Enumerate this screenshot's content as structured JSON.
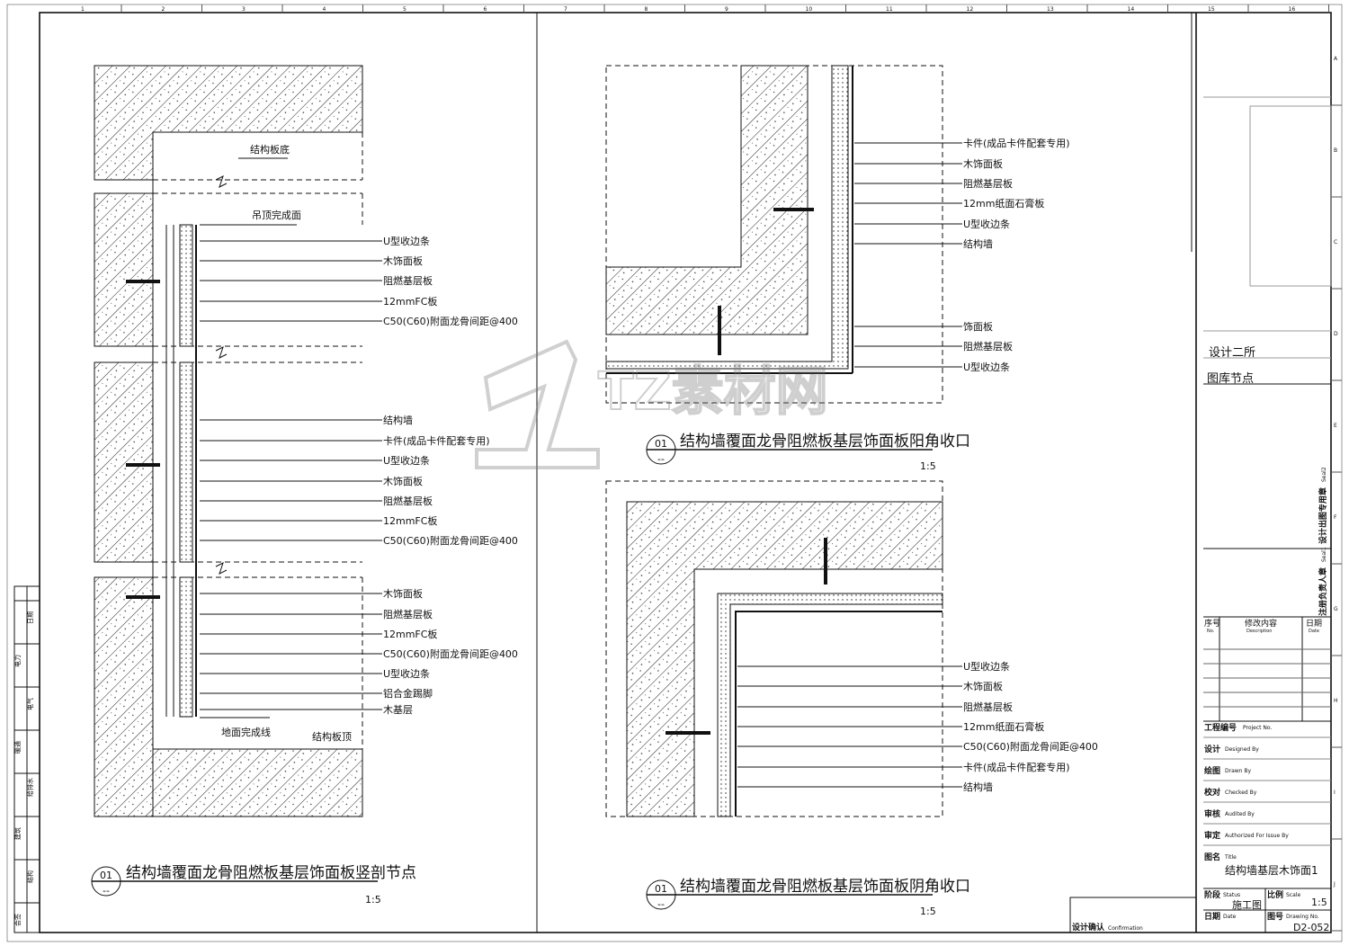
{
  "ruler": {
    "columns": [
      "1",
      "2",
      "3",
      "4",
      "5",
      "6",
      "7",
      "8",
      "9",
      "10",
      "11",
      "12",
      "13",
      "14",
      "15",
      "16"
    ],
    "rows": [
      "A",
      "B",
      "C",
      "D",
      "E",
      "F",
      "G",
      "H",
      "I",
      "J"
    ]
  },
  "watermark": "TZ素材网",
  "detail_left": {
    "title": "结构墙覆面龙骨阻燃板基层饰面板竖剖节点",
    "number": "01",
    "sheet": "--",
    "scale": "1:5",
    "notes": [
      "结构板底",
      "吊顶完成面",
      "地面完成线",
      "结构板顶"
    ],
    "labels_group1": [
      "U型收边条",
      "木饰面板",
      "阻燃基层板",
      "12mmFC板",
      "C50(C60)附面龙骨间距@400"
    ],
    "labels_group2": [
      "结构墙",
      "卡件(成品卡件配套专用)",
      "U型收边条",
      "木饰面板",
      "阻燃基层板",
      "12mmFC板",
      "C50(C60)附面龙骨间距@400"
    ],
    "labels_group3": [
      "木饰面板",
      "阻燃基层板",
      "12mmFC板",
      "C50(C60)附面龙骨间距@400",
      "U型收边条",
      "铝合金踢脚",
      "木基层"
    ]
  },
  "detail_top_right": {
    "title": "结构墙覆面龙骨阻燃板基层饰面板阳角收口",
    "number": "01",
    "sheet": "--",
    "scale": "1:5",
    "labels_a": [
      "卡件(成品卡件配套专用)",
      "木饰面板",
      "阻燃基层板",
      "12mm纸面石膏板",
      "U型收边条",
      "结构墙"
    ],
    "labels_b": [
      "饰面板",
      "阻燃基层板",
      "U型收边条"
    ]
  },
  "detail_bottom_right": {
    "title": "结构墙覆面龙骨阻燃板基层饰面板阴角收口",
    "number": "01",
    "sheet": "--",
    "scale": "1:5",
    "labels": [
      "U型收边条",
      "木饰面板",
      "阻燃基层板",
      "12mm纸面石膏板",
      "C50(C60)附面龙骨间距@400",
      "卡件(成品卡件配套专用)",
      "结构墙"
    ]
  },
  "confirmation": {
    "cn": "设计确认",
    "en": "Confirmation"
  },
  "countersign": [
    "会签",
    "结构",
    "建筑",
    "给排水",
    "暖通",
    "电气",
    "电力",
    "日期"
  ],
  "title_block": {
    "dept": "设计二所",
    "library": "图库节点",
    "seal2": {
      "cn": "设计出图专用章",
      "en": "Seal2"
    },
    "seal1": {
      "cn": "注册负责人章",
      "en": "Seal1"
    },
    "rev_headers": [
      {
        "cn": "序号",
        "en": "No."
      },
      {
        "cn": "修改内容",
        "en": "Description"
      },
      {
        "cn": "日期",
        "en": "Date"
      }
    ],
    "fields": [
      {
        "cn": "工程编号",
        "en": "Project No."
      },
      {
        "cn": "设计",
        "en": "Designed By"
      },
      {
        "cn": "绘图",
        "en": "Drawn By"
      },
      {
        "cn": "校对",
        "en": "Checked By"
      },
      {
        "cn": "审核",
        "en": "Audited By"
      },
      {
        "cn": "审定",
        "en": "Authorized For Issue By"
      },
      {
        "cn": "图名",
        "en": "Title"
      }
    ],
    "title_value": "结构墙基层木饰面1",
    "status": {
      "cn": "阶段",
      "en": "Status",
      "value": "施工图"
    },
    "scale": {
      "cn": "比例",
      "en": "Scale",
      "value": "1:5"
    },
    "date": {
      "cn": "日期",
      "en": "Date"
    },
    "drawing_no": {
      "cn": "图号",
      "en": "Drawing No.",
      "value": "D2-052"
    }
  }
}
